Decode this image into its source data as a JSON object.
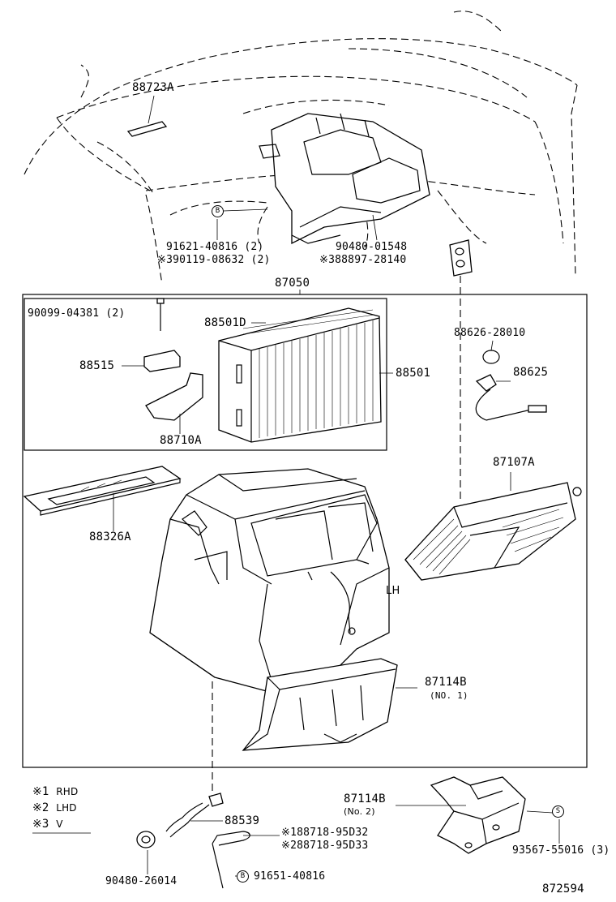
{
  "labels": {
    "p88723A": "88723A",
    "p91621": "91621-40816 (2)",
    "p390119": "※390119-08632 (2)",
    "p90480_01548": "90480-01548",
    "p388897": "※388897-28140",
    "p87050": "87050",
    "p90099": "90099-04381 (2)",
    "p88501D": "88501D",
    "p88515": "88515",
    "p88501": "88501",
    "p88710A": "88710A",
    "p88626": "88626-28010",
    "p88625": "88625",
    "p87107A": "87107A",
    "p88326A": "88326A",
    "p87114B_1": "87114B",
    "p87114B_1_note": "(NO. 1)",
    "p87114B_2": "87114B",
    "p87114B_2_note": "(No. 2)",
    "p88539": "88539",
    "p188718": "※188718-95D32",
    "p288718": "※288718-95D33",
    "p91651": "91651-40816",
    "p90480_26014": "90480-26014",
    "p93567": "93567-55016 (3)",
    "lh_mark": "LH",
    "diagram_no": "872594"
  },
  "legend": [
    {
      "mark": "※1",
      "text": "RHD"
    },
    {
      "mark": "※2",
      "text": "LHD"
    },
    {
      "mark": "※3",
      "text": "V"
    }
  ],
  "callouts": {
    "b_top": "B",
    "b_bottom": "B",
    "s_right": "S"
  }
}
